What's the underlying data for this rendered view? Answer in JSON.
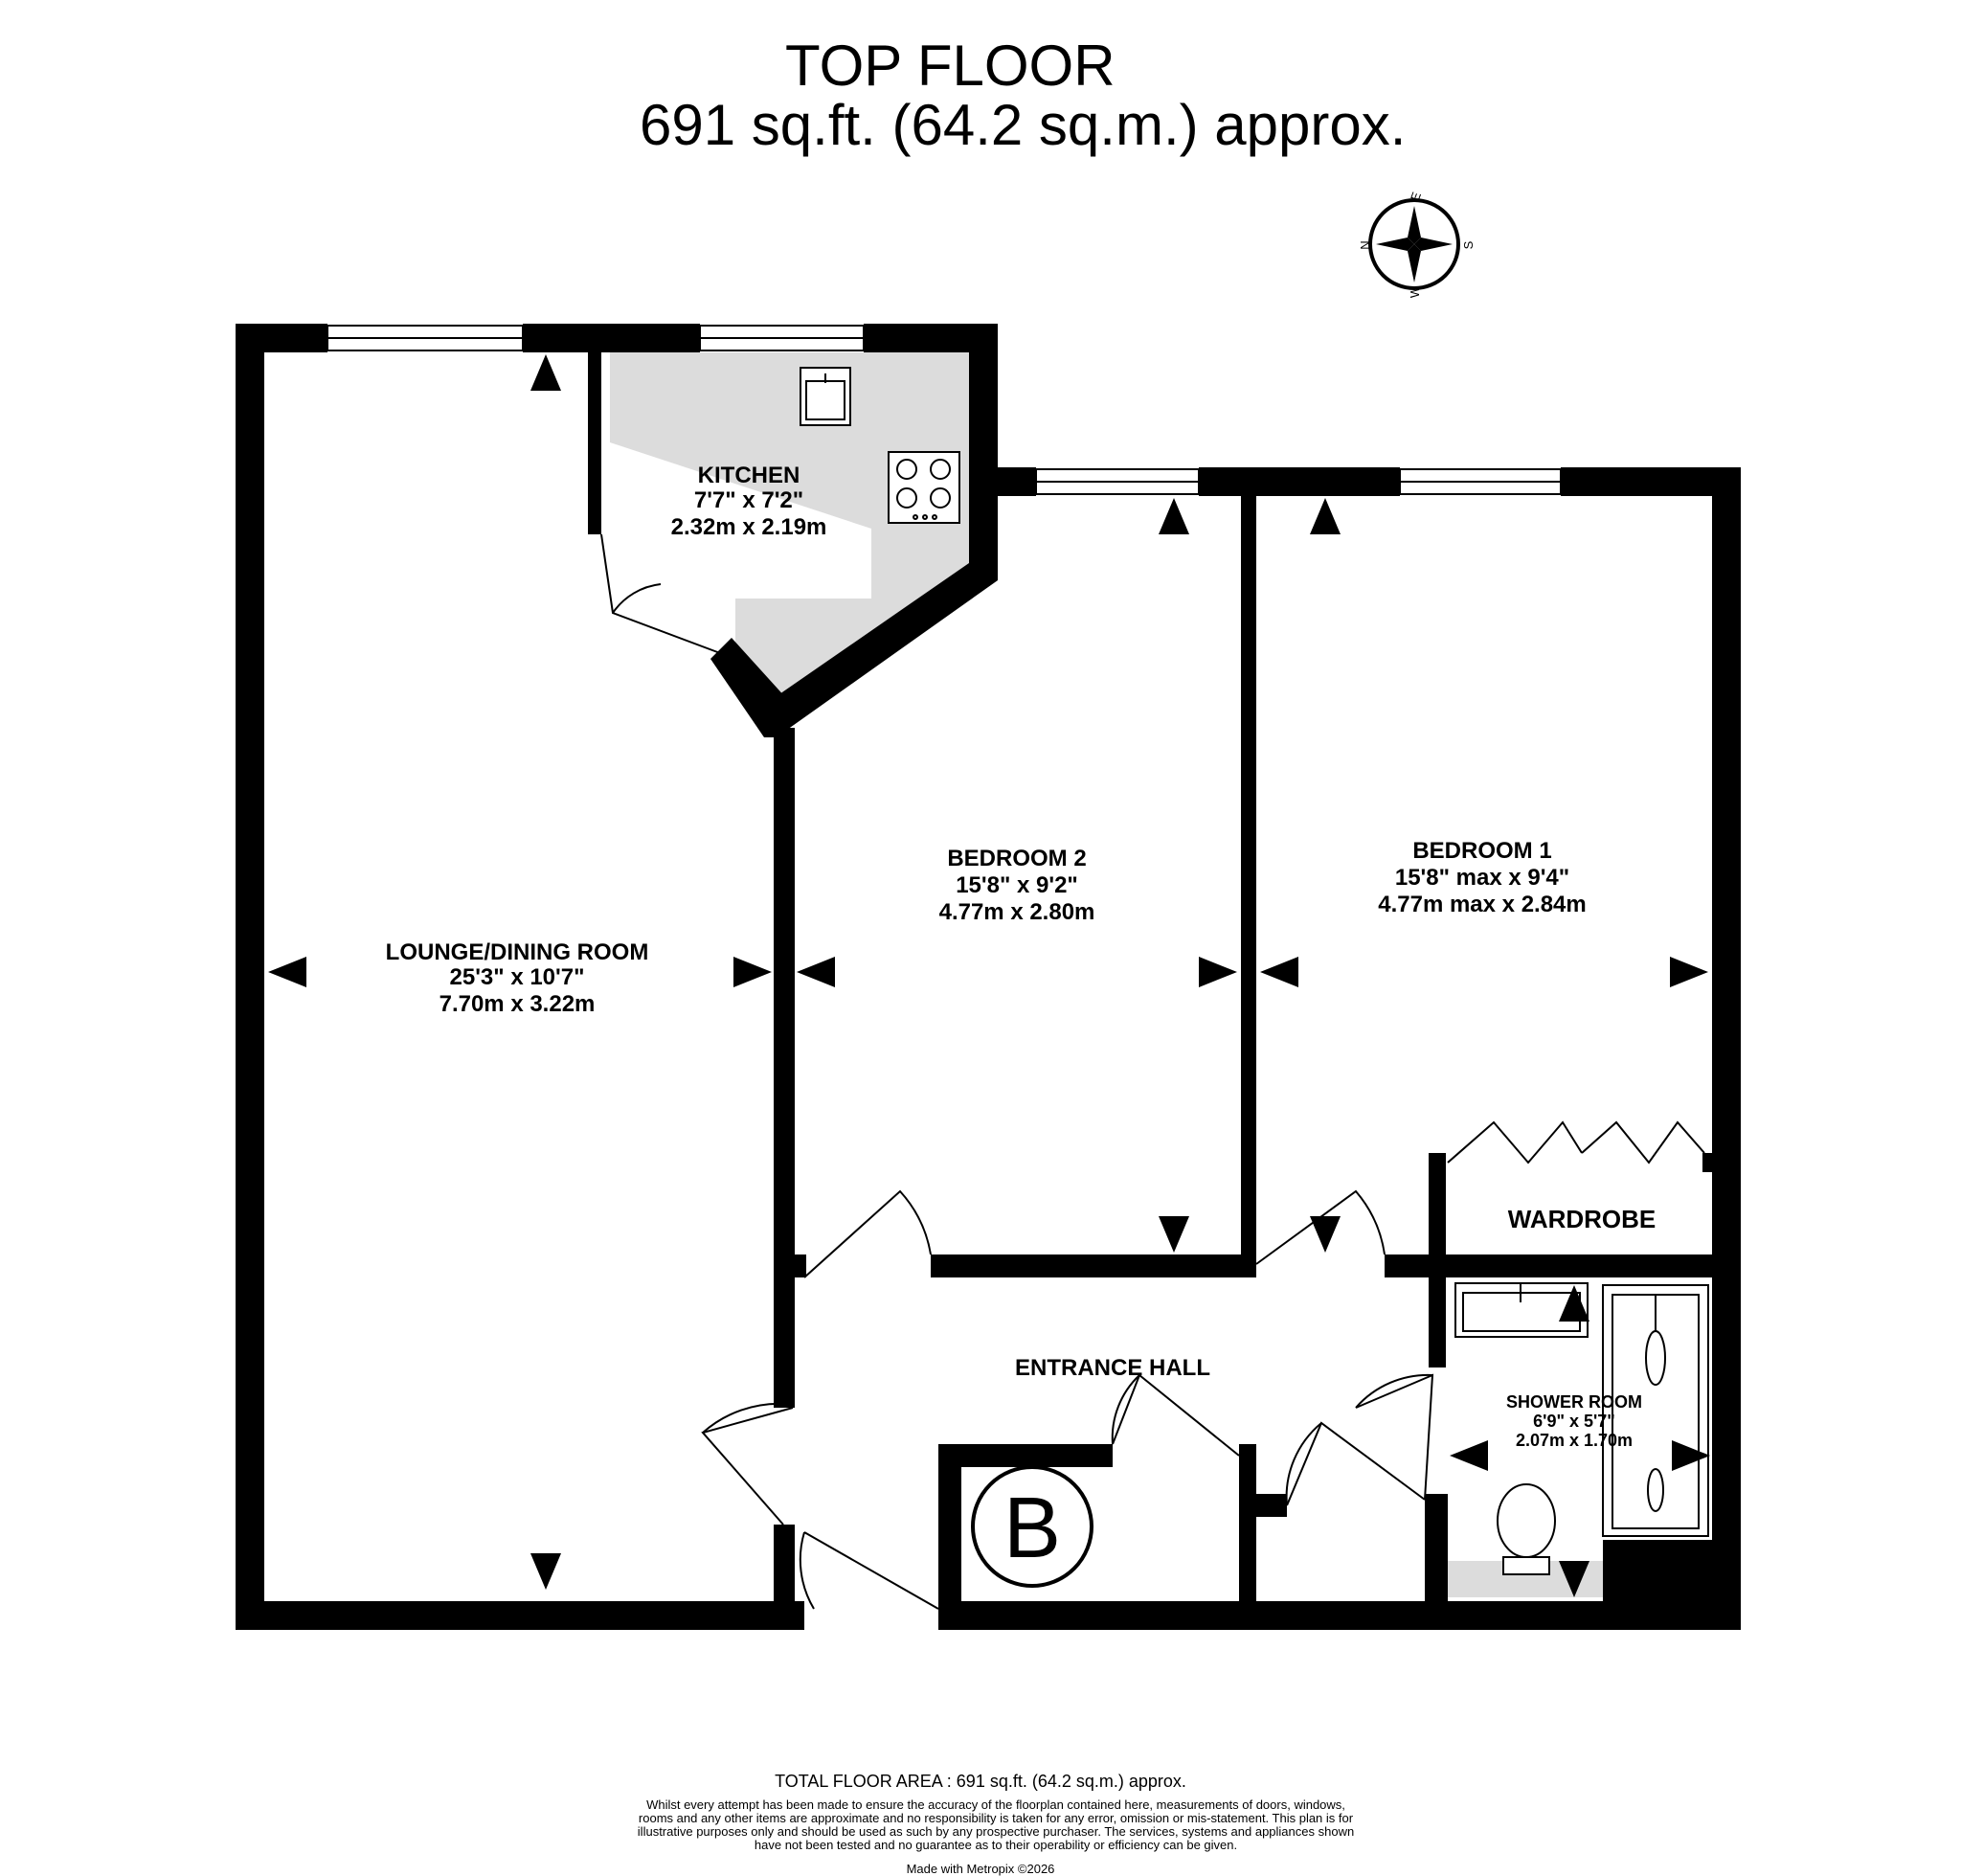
{
  "header": {
    "title": "TOP FLOOR",
    "area": "691 sq.ft. (64.2 sq.m.) approx."
  },
  "compass": {
    "n": "N",
    "e": "E",
    "s": "S",
    "w": "W"
  },
  "rooms": {
    "kitchen": {
      "name": "KITCHEN",
      "imperial": "7'7\"  x 7'2\"",
      "metric": "2.32m  x 2.19m"
    },
    "lounge": {
      "name": "LOUNGE/DINING ROOM",
      "imperial": "25'3\"  x 10'7\"",
      "metric": "7.70m  x 3.22m"
    },
    "bedroom2": {
      "name": "BEDROOM 2",
      "imperial": "15'8\"  x 9'2\"",
      "metric": "4.77m  x 2.80m"
    },
    "bedroom1": {
      "name": "BEDROOM 1",
      "imperial": "15'8\" max x 9'4\"",
      "metric": "4.77m max x 2.84m"
    },
    "wardrobe": {
      "name": "WARDROBE"
    },
    "entrance_hall": {
      "name": "ENTRANCE HALL"
    },
    "shower_room": {
      "name": "SHOWER ROOM",
      "imperial": "6'9\"  x 5'7\"",
      "metric": "2.07m  x 1.70m"
    },
    "boiler": {
      "symbol": "B"
    }
  },
  "footer": {
    "total": "TOTAL FLOOR AREA : 691 sq.ft. (64.2 sq.m.) approx.",
    "disclaimer": "Whilst every attempt has been made to ensure the accuracy of the floorplan contained here, measurements of doors, windows, rooms and any other items are approximate and no responsibility is taken for any error, omission or mis-statement. This plan is for illustrative purposes only and should be used as such by any prospective purchaser. The services, systems and appliances shown have not been tested and no guarantee as to their operability or efficiency can be given.",
    "credit": "Made with Metropix ©2026"
  }
}
